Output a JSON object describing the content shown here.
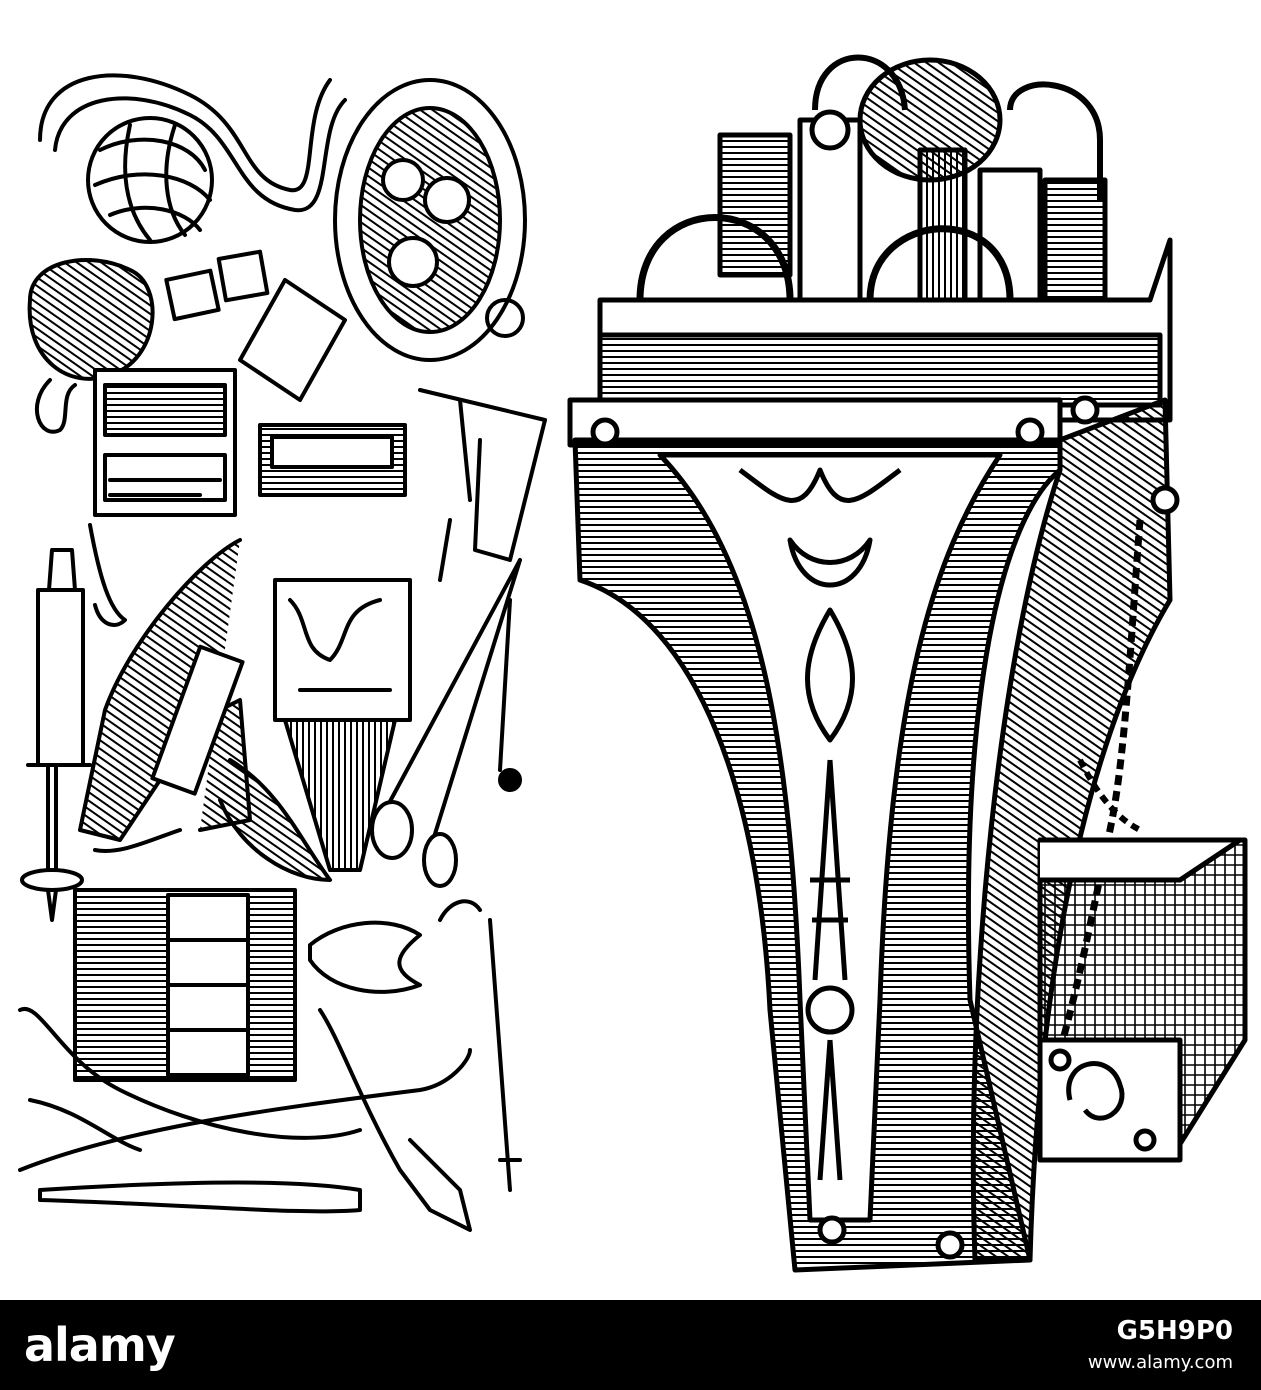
{
  "image": {
    "description": "Woodcut engraving of a historical surgeon's instrument case with assorted surgical tools",
    "colors": {
      "ink": "#000000",
      "paper": "#ffffff",
      "bar": "#000000"
    }
  },
  "watermark": {
    "brand": "alamy",
    "image_id": "G5H9P0",
    "website": "www.alamy.com"
  }
}
